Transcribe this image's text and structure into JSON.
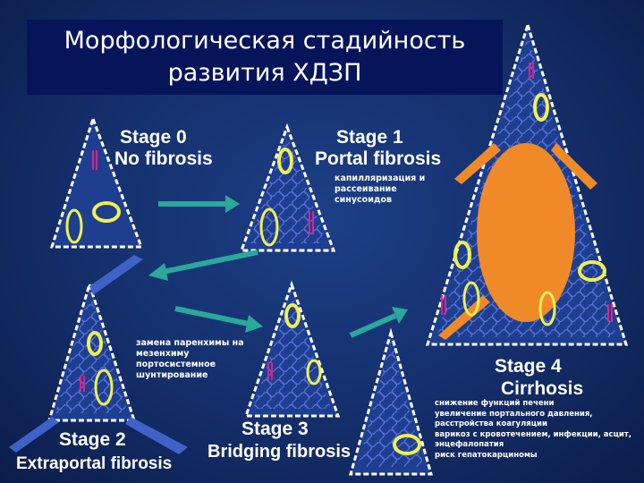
{
  "title": {
    "line1": "Морфологическая стадийность",
    "line2": "развития ХДЗП"
  },
  "stages": [
    {
      "name": "Stage 0",
      "label": "No fibrosis"
    },
    {
      "name": "Stage 1",
      "label": "Portal fibrosis"
    },
    {
      "name": "Stage 2",
      "label": "Extraportal fibrosis"
    },
    {
      "name": "Stage 3",
      "label": "Bridging fibrosis"
    },
    {
      "name": "Stage 4",
      "label": "Cirrhosis"
    }
  ],
  "notes": {
    "stage1": [
      "капилляризация и",
      "рассеивание",
      "синусоидов"
    ],
    "stage2": [
      "замена паренхимы на",
      "мезенхиму",
      "портосистемное",
      "шунтирование"
    ],
    "stage4": [
      "снижение функций печени",
      "увеличение портального давления,",
      "расстройства коагуляции",
      "варикоз с кровотечением, инфекции, асцит,",
      "энцефалопатия",
      "риск гепатокарциномы"
    ]
  },
  "colors": {
    "background": "#153372",
    "title_box": "#06155a",
    "triangle_fill": "#1e3f90",
    "triangle_edge": "#ffffff",
    "ellipse": "#f0f050",
    "vessel": "#e0208a",
    "fibrosis": "#5a70d8",
    "arrow": "#2aa89a",
    "cirrhosis_nodule": "#f08a28"
  }
}
